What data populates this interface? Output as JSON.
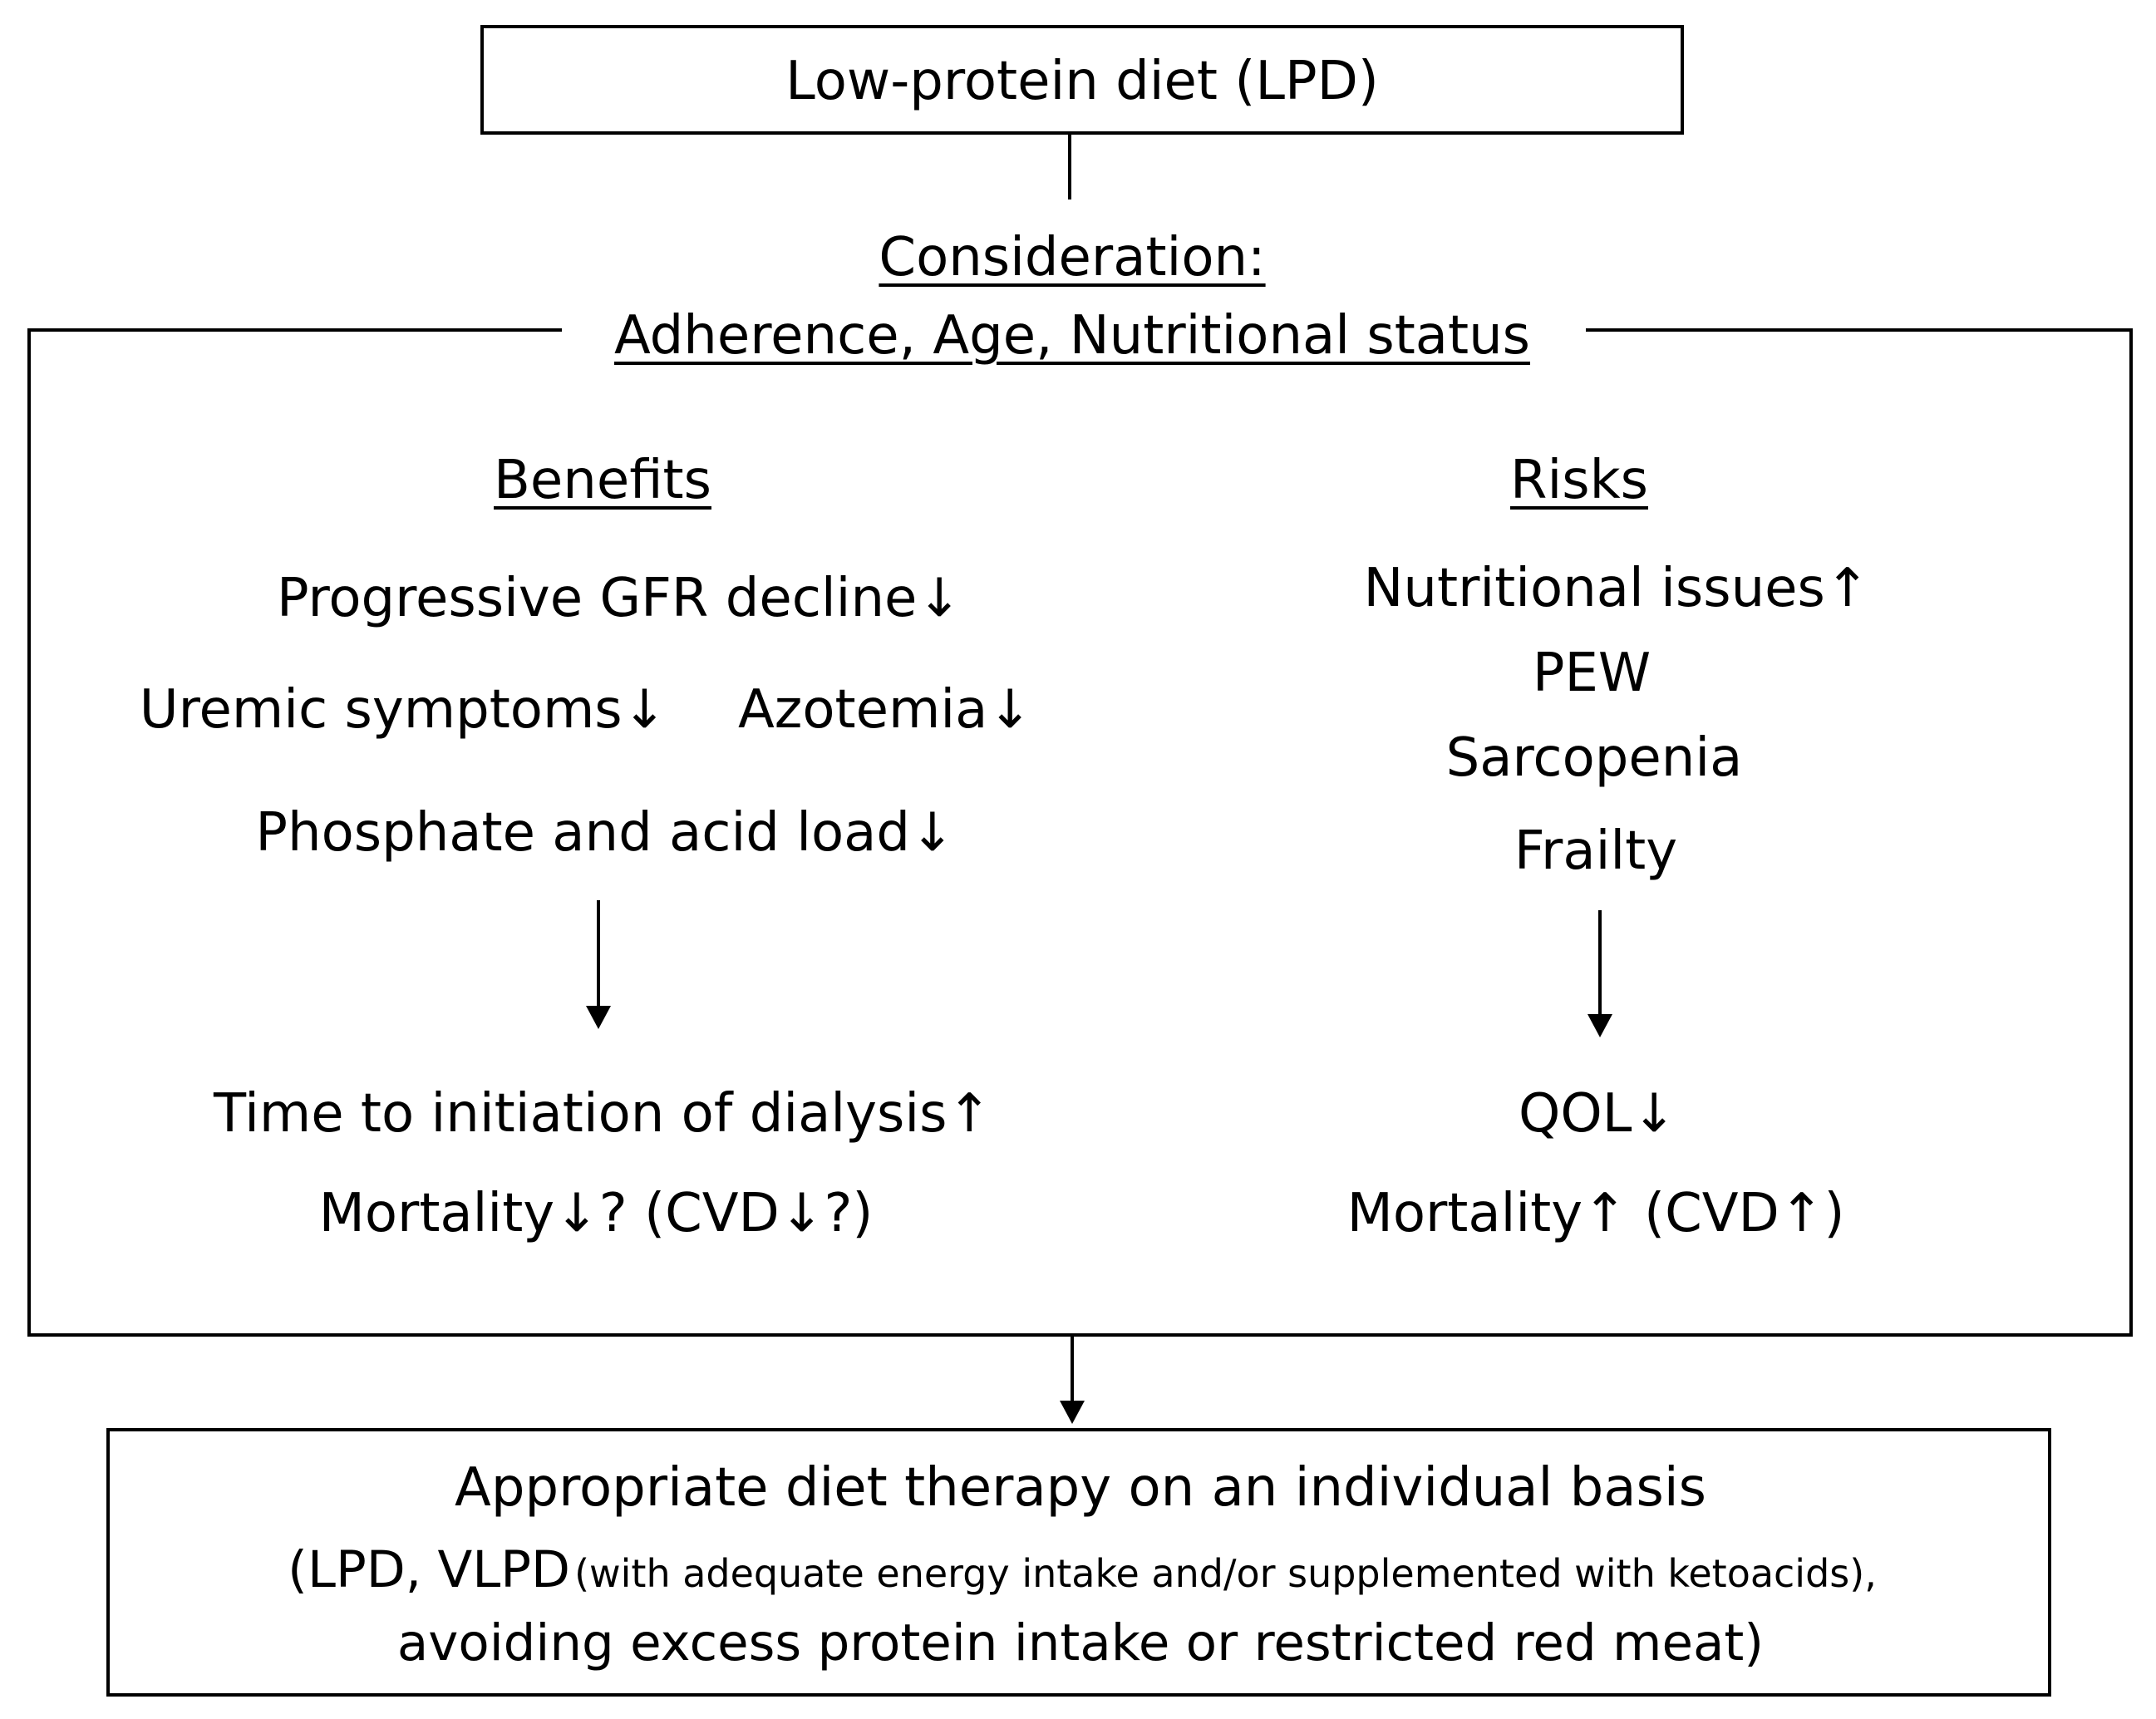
{
  "top_box": {
    "label": "Low-protein diet (LPD)"
  },
  "consideration": {
    "heading": "Consideration:",
    "factors": "Adherence, Age, Nutritional status"
  },
  "benefits": {
    "heading": "Benefits",
    "items": [
      "Progressive GFR decline↓",
      "Uremic symptoms↓",
      "Azotemia↓",
      "Phosphate and acid load↓"
    ],
    "outcomes": [
      "Time to initiation of dialysis↑",
      "Mortality↓? (CVD↓?)"
    ]
  },
  "risks": {
    "heading": "Risks",
    "items": [
      "Nutritional issues↑",
      "PEW",
      "Sarcopenia",
      "Frailty"
    ],
    "outcomes": [
      "QOL↓",
      "Mortality↑ (CVD↑)"
    ]
  },
  "bottom_box": {
    "title": "Appropriate diet therapy on an individual basis",
    "line2_main": "(LPD, VLPD",
    "line2_small": "(with adequate energy intake and/or supplemented with ketoacids),",
    "line3": "avoiding excess protein intake or restricted red meat)"
  }
}
